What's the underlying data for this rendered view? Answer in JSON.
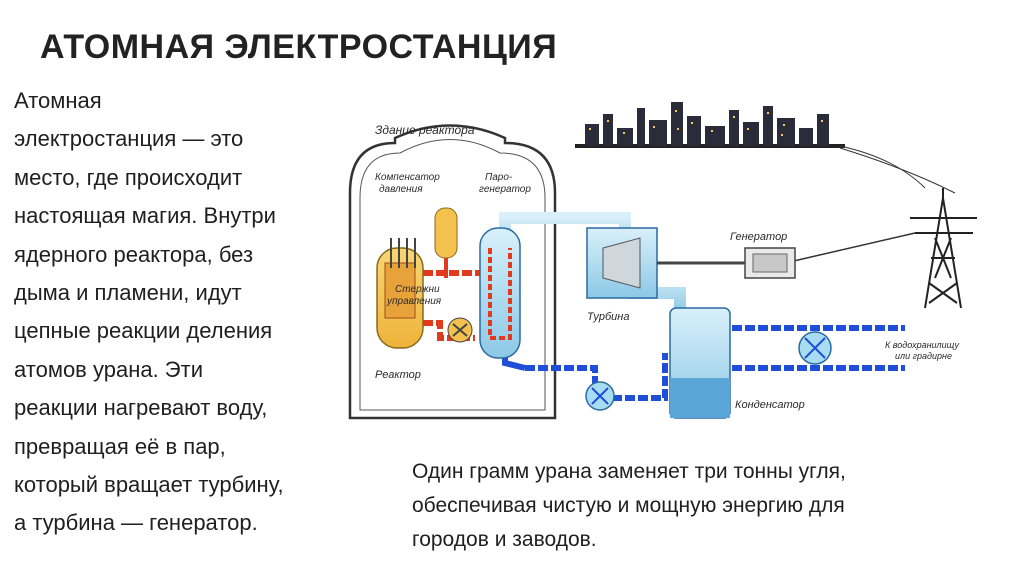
{
  "title": "АТОМНАЯ ЭЛЕКТРОСТАНЦИЯ",
  "body_lines": [
    "Атомная",
    "электростанция — это",
    "место, где происходит",
    "настоящая магия. Внутри",
    "ядерного реактора, без",
    "дыма и пламени, идут",
    "цепные реакции деления",
    "атомов урана. Эти",
    "реакции нагревают воду,",
    "превращая её в пар,",
    "который вращает турбину,",
    "а турбина — генератор."
  ],
  "caption_lines": [
    "Один грамм урана заменяет три тонны угля,",
    "обеспечивая чистую и мощную энергию для",
    "городов и заводов."
  ],
  "diagram": {
    "reactor_building": "Здание реактора",
    "pressurizer_line1": "Компенсатор",
    "pressurizer_line2": "давления",
    "steam_gen_line1": "Паро-",
    "steam_gen_line2": "генератор",
    "control_rods_line1": "Стержни",
    "control_rods_line2": "управления",
    "reactor": "Реактор",
    "turbine": "Турбина",
    "generator": "Генератор",
    "condenser": "Конденсатор",
    "to_reservoir_line1": "К водохранилищу",
    "to_reservoir_line2": "или градирне"
  },
  "colors": {
    "hot_loop": "#e23a1c",
    "cold_loop": "#1f4fd8",
    "steam": "#a8dcf0",
    "reactor_core": "#f2c14e",
    "building_outline": "#333333"
  }
}
